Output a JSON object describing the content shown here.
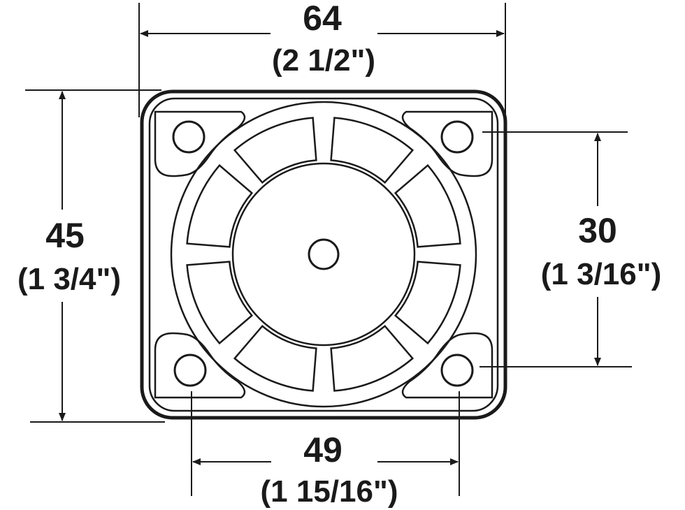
{
  "dimensions": {
    "top_width": {
      "metric": "64",
      "imperial": "(2 1/2\")"
    },
    "left_height": {
      "metric": "45",
      "imperial": "(1 3/4\")"
    },
    "right_hole_spacing": {
      "metric": "30",
      "imperial": "(1 3/16\")"
    },
    "bottom_hole_spacing": {
      "metric": "49",
      "imperial": "(1 15/16\")"
    }
  },
  "colors": {
    "line": "#1a1a1a",
    "background": "#ffffff"
  }
}
